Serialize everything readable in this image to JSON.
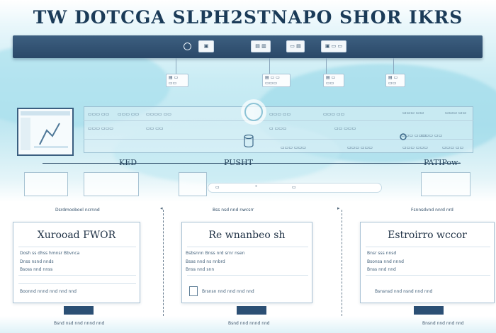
{
  "title": "TW DOTCGA SLPH2STNAPO SHOR IKRS",
  "toolbar": {
    "btn_a": "▣",
    "btn_b": "▤ ▥",
    "btn_c": "▭ ▤",
    "btn_d": "▣ ▭ ▭"
  },
  "track": {
    "left": "KED",
    "middle": "PUSHT",
    "right": "PATIPow-"
  },
  "sections": {
    "left_label": "Dsrdmoobool ncrnnd",
    "mid_label": "Bss nsd nnd nwcsrr",
    "right_label": "Fsnnsdvnd nnrd nrd"
  },
  "cards": [
    {
      "heading": "Xurooad FWOR",
      "line1": "Dosh ss dhss hmnsr Bbvnca",
      "line2": "Dnss nsnd nnds",
      "line3": "Bsoss nnd nnss",
      "footer": "Boonnd nnnd nnd nnd nnd"
    },
    {
      "heading": "Re wnanbeo sh",
      "line1": "Bsbsnnn Bnss nrd srnr nsen",
      "line2": "Bsas nnd ns nnbrd",
      "line3": "Bnss nnd snn",
      "footer": "Brsnsn nnd nnd nnd nnd"
    },
    {
      "heading": "Estroirro wccor",
      "line1": "Bnsr sss nnsd",
      "line2": "Bsonsa nnd nnnd",
      "line3": "Bnss nnd nnd",
      "footer": "Bsnsnsd nnd nsnd nnd nnd"
    }
  ],
  "footer": {
    "left": "Bsnd nsd nnd nnnd nnd",
    "mid": "Bsnd nnd nnnd nnd",
    "right": "Bnsnd nnd nnd nnd"
  },
  "colors": {
    "accent": "#2b4f74",
    "toolbar": "#2f4e6e",
    "sky": "#c9ecf4"
  }
}
